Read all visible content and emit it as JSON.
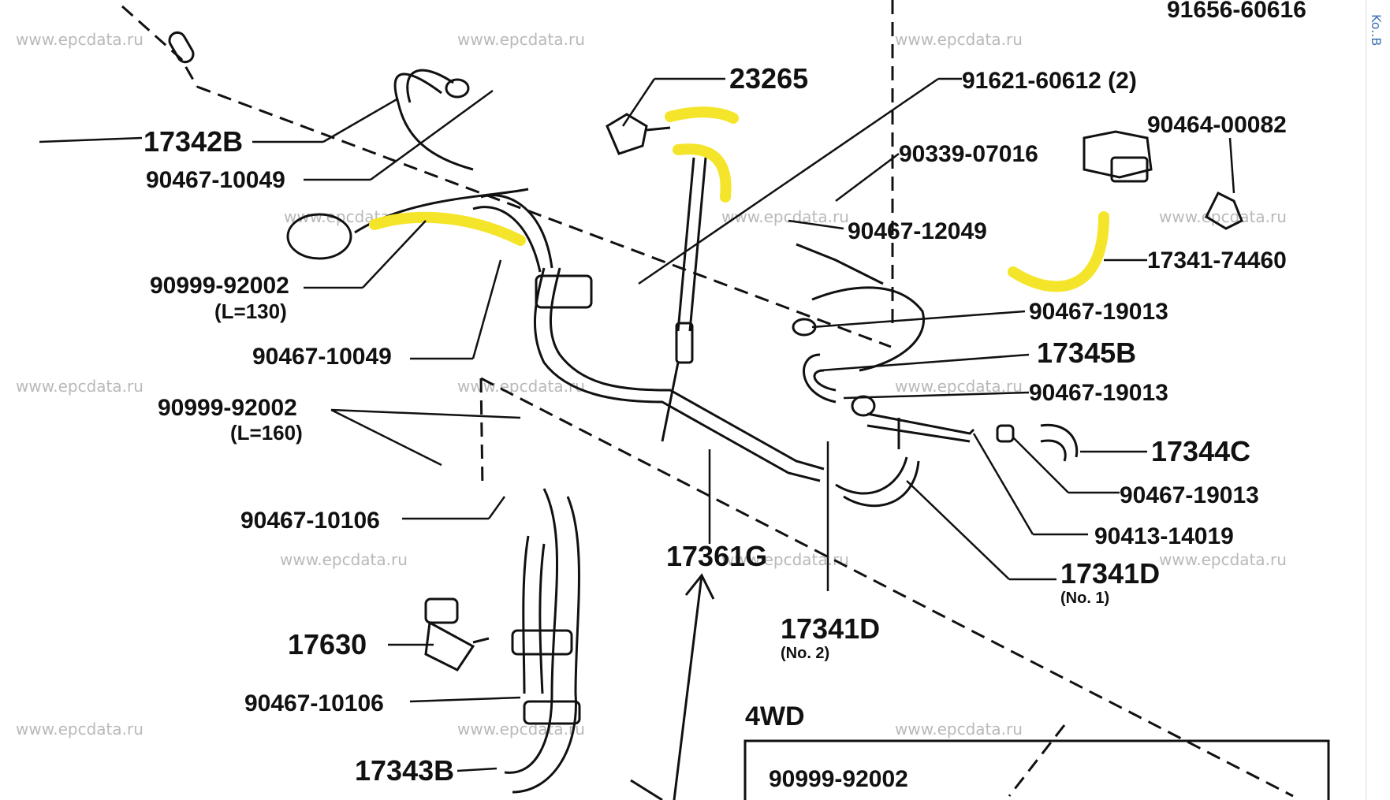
{
  "labels": [
    {
      "id": "p91656-60616",
      "text": "91656-60616"
    },
    {
      "id": "p23265",
      "text": "23265"
    },
    {
      "id": "p91621-60612",
      "text": "91621-60612 (2)"
    },
    {
      "id": "p90464-00082",
      "text": "90464-00082"
    },
    {
      "id": "p17342B",
      "text": "17342B"
    },
    {
      "id": "p90467-10049-a",
      "text": "90467-10049"
    },
    {
      "id": "p90339-07016",
      "text": "90339-07016"
    },
    {
      "id": "p90467-12049",
      "text": "90467-12049"
    },
    {
      "id": "p17341-74460",
      "text": "17341-74460"
    },
    {
      "id": "p90999-92002-a",
      "text": "90999-92002"
    },
    {
      "id": "pL130",
      "text": "(L=130)"
    },
    {
      "id": "p90467-19013-a",
      "text": "90467-19013"
    },
    {
      "id": "p17345B",
      "text": "17345B"
    },
    {
      "id": "p90467-10049-b",
      "text": "90467-10049"
    },
    {
      "id": "p90467-19013-b",
      "text": "90467-19013"
    },
    {
      "id": "p90999-92002-b",
      "text": "90999-92002"
    },
    {
      "id": "pL160",
      "text": "(L=160)"
    },
    {
      "id": "p17344C",
      "text": "17344C"
    },
    {
      "id": "p90467-19013-c",
      "text": "90467-19013"
    },
    {
      "id": "p90467-10106-a",
      "text": "90467-10106"
    },
    {
      "id": "p90413-14019",
      "text": "90413-14019"
    },
    {
      "id": "p17361G",
      "text": "17361G"
    },
    {
      "id": "p17341D-a",
      "text": "17341D"
    },
    {
      "id": "pNo1",
      "text": "(No. 1)"
    },
    {
      "id": "p17341D-b",
      "text": "17341D"
    },
    {
      "id": "pNo2",
      "text": "(No. 2)"
    },
    {
      "id": "p17630",
      "text": "17630"
    },
    {
      "id": "p90467-10106-b",
      "text": "90467-10106"
    },
    {
      "id": "p4WD",
      "text": "4WD"
    },
    {
      "id": "p17343B",
      "text": "17343B"
    },
    {
      "id": "p90999-92002-c",
      "text": "90999-92002"
    }
  ],
  "watermark": "www.epcdata.ru",
  "edge_text": "Ko..В",
  "colors": {
    "highlight": "#f5e52a",
    "line": "#111111",
    "watermark": "#b9b9b9"
  }
}
